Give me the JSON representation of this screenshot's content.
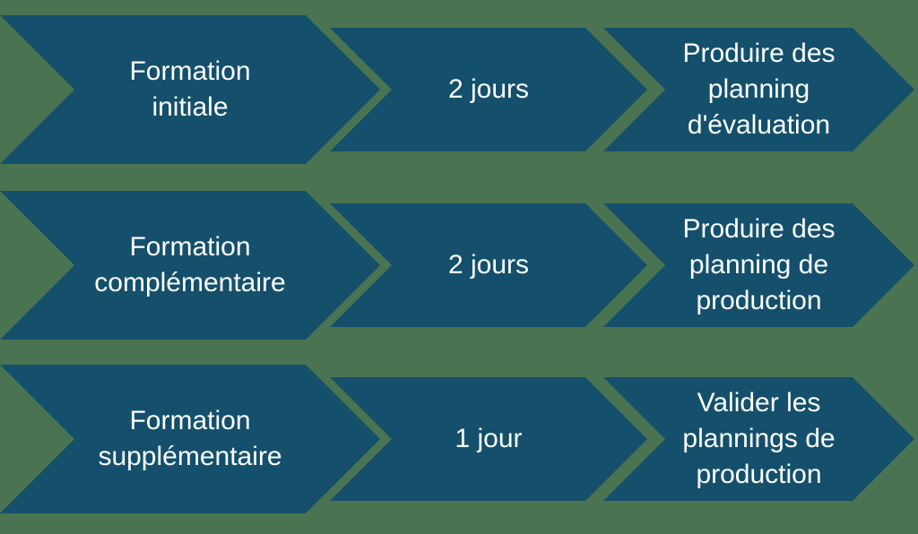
{
  "diagram": {
    "colors": {
      "background": "#4A7351",
      "shape": "#14506C",
      "text": "#FFFFFF"
    },
    "rows": [
      {
        "steps": [
          {
            "label": "Formation\ninitiale"
          },
          {
            "label": "2 jours"
          },
          {
            "label": "Produire des\nplanning\nd'évaluation"
          }
        ]
      },
      {
        "steps": [
          {
            "label": "Formation\ncomplémentaire"
          },
          {
            "label": "2 jours"
          },
          {
            "label": "Produire des\nplanning de\nproduction"
          }
        ]
      },
      {
        "steps": [
          {
            "label": "Formation\nsupplémentaire"
          },
          {
            "label": "1 jour"
          },
          {
            "label": "Valider les\nplannings de\nproduction"
          }
        ]
      }
    ]
  }
}
